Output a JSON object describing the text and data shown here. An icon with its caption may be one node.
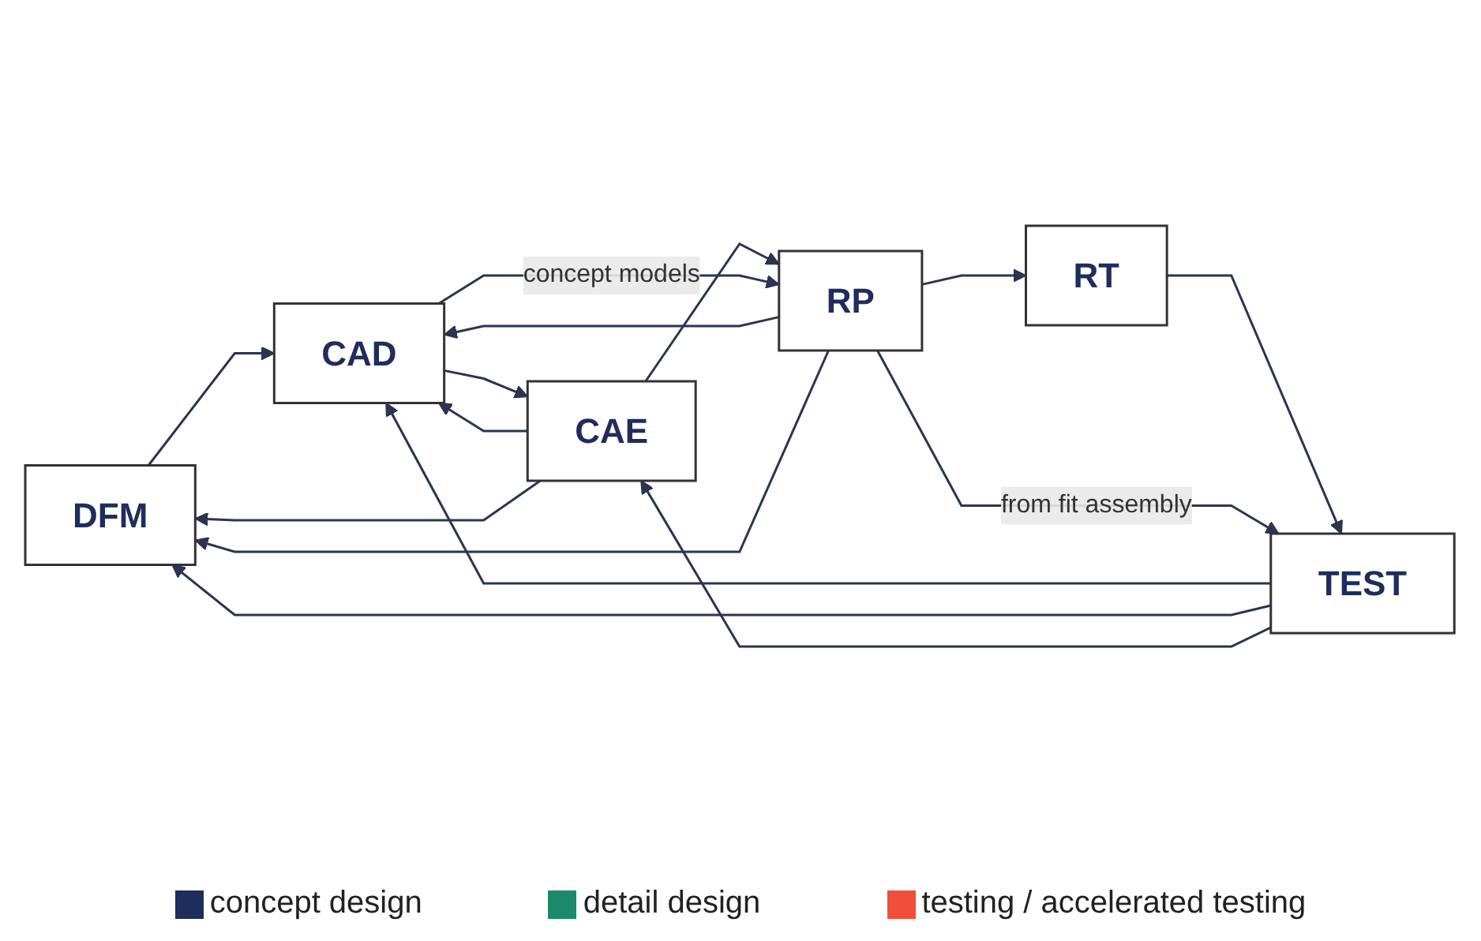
{
  "diagram": {
    "nodes": [
      {
        "text": [
          "DFM"
        ]
      },
      {
        "text": [
          "CAE"
        ]
      },
      {
        "text": [
          "RT"
        ]
      },
      {
        "text": [
          "CAD"
        ]
      },
      {
        "text": [
          "RP"
        ]
      },
      {
        "text": [
          "TEST"
        ]
      }
    ],
    "edges": [
      {
        "from": 0,
        "to": 3,
        "arrow": "to"
      },
      {
        "from": 3,
        "to": 1,
        "arrow": "to"
      },
      {
        "from": 1,
        "to": 3,
        "arrow": "to"
      },
      {
        "from": 1,
        "to": 4,
        "arrow": "to"
      },
      {
        "from": 4,
        "to": 3,
        "arrow": "to"
      },
      {
        "from": 4,
        "to": 2,
        "arrow": "to"
      },
      {
        "from": 2,
        "to": 5,
        "arrow": "to"
      },
      {
        "from": 4,
        "to": 5,
        "label": "from fit assembly",
        "arrow": "to"
      },
      {
        "from": 3,
        "to": 4,
        "label": "concept models",
        "arrow": "to"
      },
      {
        "from": 5,
        "to": 3,
        "arrow": "to"
      },
      {
        "from": 5,
        "to": 0,
        "arrow": "to"
      },
      {
        "from": 5,
        "to": 1,
        "arrow": "to"
      },
      {
        "from": 1,
        "to": 0,
        "arrow": "to"
      },
      {
        "from": 4,
        "to": 0,
        "arrow": "to"
      }
    ],
    "legend": [
      {
        "text": "concept design",
        "color": "#1f2d5c"
      },
      {
        "text": "detail design",
        "color": "#1b8a68"
      },
      {
        "text": "testing / accelerated testing",
        "color": "#f04e3a"
      }
    ]
  }
}
